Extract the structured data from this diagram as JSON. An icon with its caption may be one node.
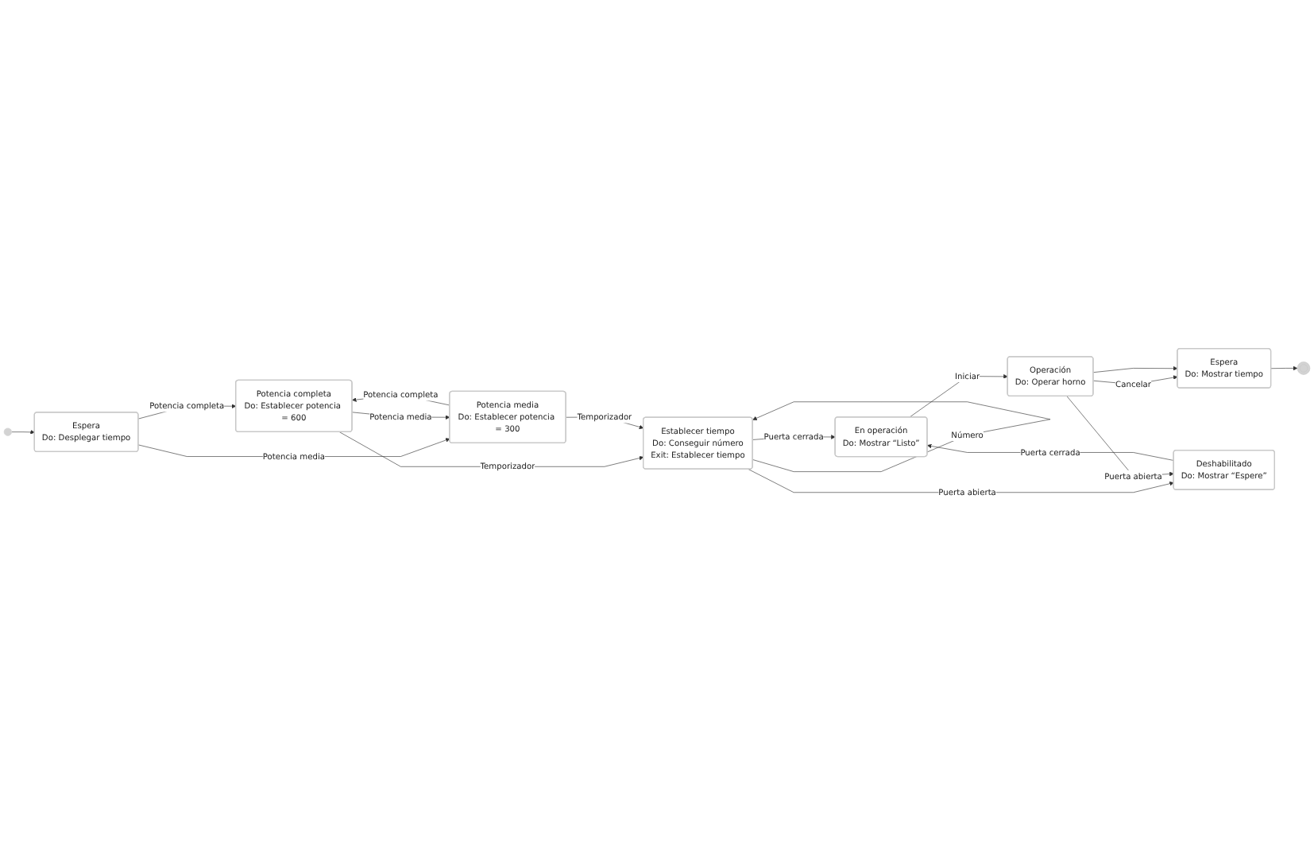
{
  "diagram": {
    "nodes": [
      {
        "text": [],
        "shape": "circle"
      },
      {
        "text": [
          "Espera",
          "Do: Desplegar tiempo"
        ]
      },
      {
        "text": [
          "Potencia completa",
          "Do: Establecer potencia = 600"
        ]
      },
      {
        "text": [
          "Establecer tiempo",
          "Do: Conseguir número",
          "Exit: Establecer tiempo"
        ]
      },
      {
        "text": [
          "Potencia media",
          "Do: Establecer potencia = 300"
        ]
      },
      {
        "text": [
          "Operación",
          "Do: Operar horno"
        ]
      },
      {
        "text": [
          "En operación",
          "Do: Mostrar “Listo”"
        ]
      },
      {
        "text": [
          "Espera",
          "Do: Mostrar tiempo"
        ]
      },
      {
        "text": [
          "Deshabilitado",
          "Do: Mostrar “Espere”"
        ]
      },
      {
        "text": [],
        "shape": "circle"
      }
    ],
    "edges": [
      {
        "from": 0,
        "to": 1,
        "arrow": "to"
      },
      {
        "from": 1,
        "to": 2,
        "arrow": "to",
        "label": "Potencia completa"
      },
      {
        "from": 1,
        "to": 4,
        "arrow": "to",
        "label": "Potencia media"
      },
      {
        "from": 2,
        "to": 3,
        "arrow": "to",
        "label": "Temporizador"
      },
      {
        "from": 2,
        "to": 4,
        "arrow": "to",
        "label": "Potencia media"
      },
      {
        "from": 4,
        "to": 2,
        "arrow": "to",
        "label": "Potencia completa"
      },
      {
        "from": 4,
        "to": 3,
        "arrow": "to",
        "label": "Temporizador"
      },
      {
        "from": 3,
        "to": 3,
        "arrow": "to",
        "label": "Número"
      },
      {
        "from": 3,
        "to": 6,
        "arrow": "to",
        "label": "Puerta cerrada"
      },
      {
        "from": 3,
        "to": 8,
        "arrow": "to",
        "label": "Puerta abierta"
      },
      {
        "from": 6,
        "to": 5,
        "arrow": "to",
        "label": "Iniciar"
      },
      {
        "from": 8,
        "to": 6,
        "arrow": "to",
        "label": "Puerta cerrada"
      },
      {
        "from": 5,
        "to": 8,
        "arrow": "to",
        "label": "Puerta abierta"
      },
      {
        "from": 5,
        "to": 7,
        "arrow": "to",
        "label": "Cancelar"
      },
      {
        "from": 5,
        "to": 7,
        "arrow": "to"
      },
      {
        "from": 7,
        "to": 9,
        "arrow": "to"
      }
    ]
  }
}
